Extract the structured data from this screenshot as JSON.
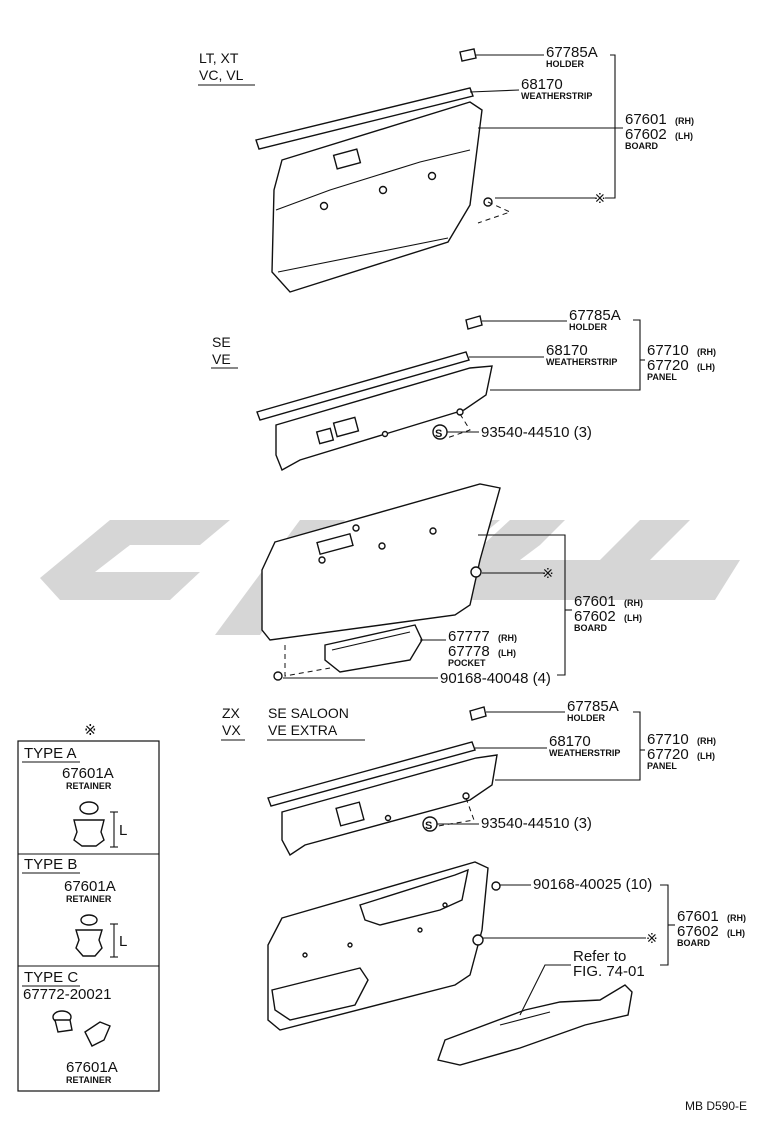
{
  "sections": [
    {
      "variants": [
        "LT, XT",
        "VC, VL"
      ],
      "callouts": [
        {
          "part_no": "67785A",
          "name": "HOLDER"
        },
        {
          "part_no": "68170",
          "name": "WEATHERSTRIP"
        },
        {
          "part_no": "67601",
          "side": "(RH)",
          "part_no_2": "67602",
          "side_2": "(LH)",
          "name": "BOARD"
        }
      ]
    },
    {
      "variants": [
        "SE",
        "VE"
      ],
      "callouts": [
        {
          "part_no": "67785A",
          "name": "HOLDER"
        },
        {
          "part_no": "68170",
          "name": "WEATHERSTRIP"
        },
        {
          "part_no": "67710",
          "side": "(RH)",
          "part_no_2": "67720",
          "side_2": "(LH)",
          "name": "PANEL"
        },
        {
          "part_no": "93540-44510 (3)"
        },
        {
          "part_no": "67601",
          "side": "(RH)",
          "part_no_2": "67602",
          "side_2": "(LH)",
          "name": "BOARD"
        },
        {
          "part_no": "67777",
          "side": "(RH)",
          "part_no_2": "67778",
          "side_2": "(LH)",
          "name": "POCKET"
        },
        {
          "part_no": "90168-40048 (4)"
        }
      ]
    },
    {
      "variants": [
        "ZX",
        "VX"
      ],
      "variants_2": [
        "SE SALOON",
        "VE EXTRA"
      ],
      "callouts": [
        {
          "part_no": "67785A",
          "name": "HOLDER"
        },
        {
          "part_no": "68170",
          "name": "WEATHERSTRIP"
        },
        {
          "part_no": "67710",
          "side": "(RH)",
          "part_no_2": "67720",
          "side_2": "(LH)",
          "name": "PANEL"
        },
        {
          "part_no": "93540-44510 (3)"
        },
        {
          "part_no": "90168-40025 (10)"
        },
        {
          "part_no": "67601",
          "side": "(RH)",
          "part_no_2": "67602",
          "side_2": "(LH)",
          "name": "BOARD"
        },
        {
          "part_no": "Refer to",
          "part_no_2": "FIG. 74-01"
        }
      ]
    }
  ],
  "legend": {
    "mark": "※",
    "types": [
      {
        "label": "TYPE A",
        "part_no": "67601A",
        "name": "RETAINER",
        "dim": "L"
      },
      {
        "label": "TYPE B",
        "part_no": "67601A",
        "name": "RETAINER",
        "dim": "L"
      },
      {
        "label": "TYPE C",
        "part_no": "67772-20021",
        "part_no_2": "67601A",
        "name": "RETAINER"
      }
    ]
  },
  "markers": {
    "asterisk": "※",
    "screw": "S"
  },
  "diagram_code": "MB D590-E"
}
